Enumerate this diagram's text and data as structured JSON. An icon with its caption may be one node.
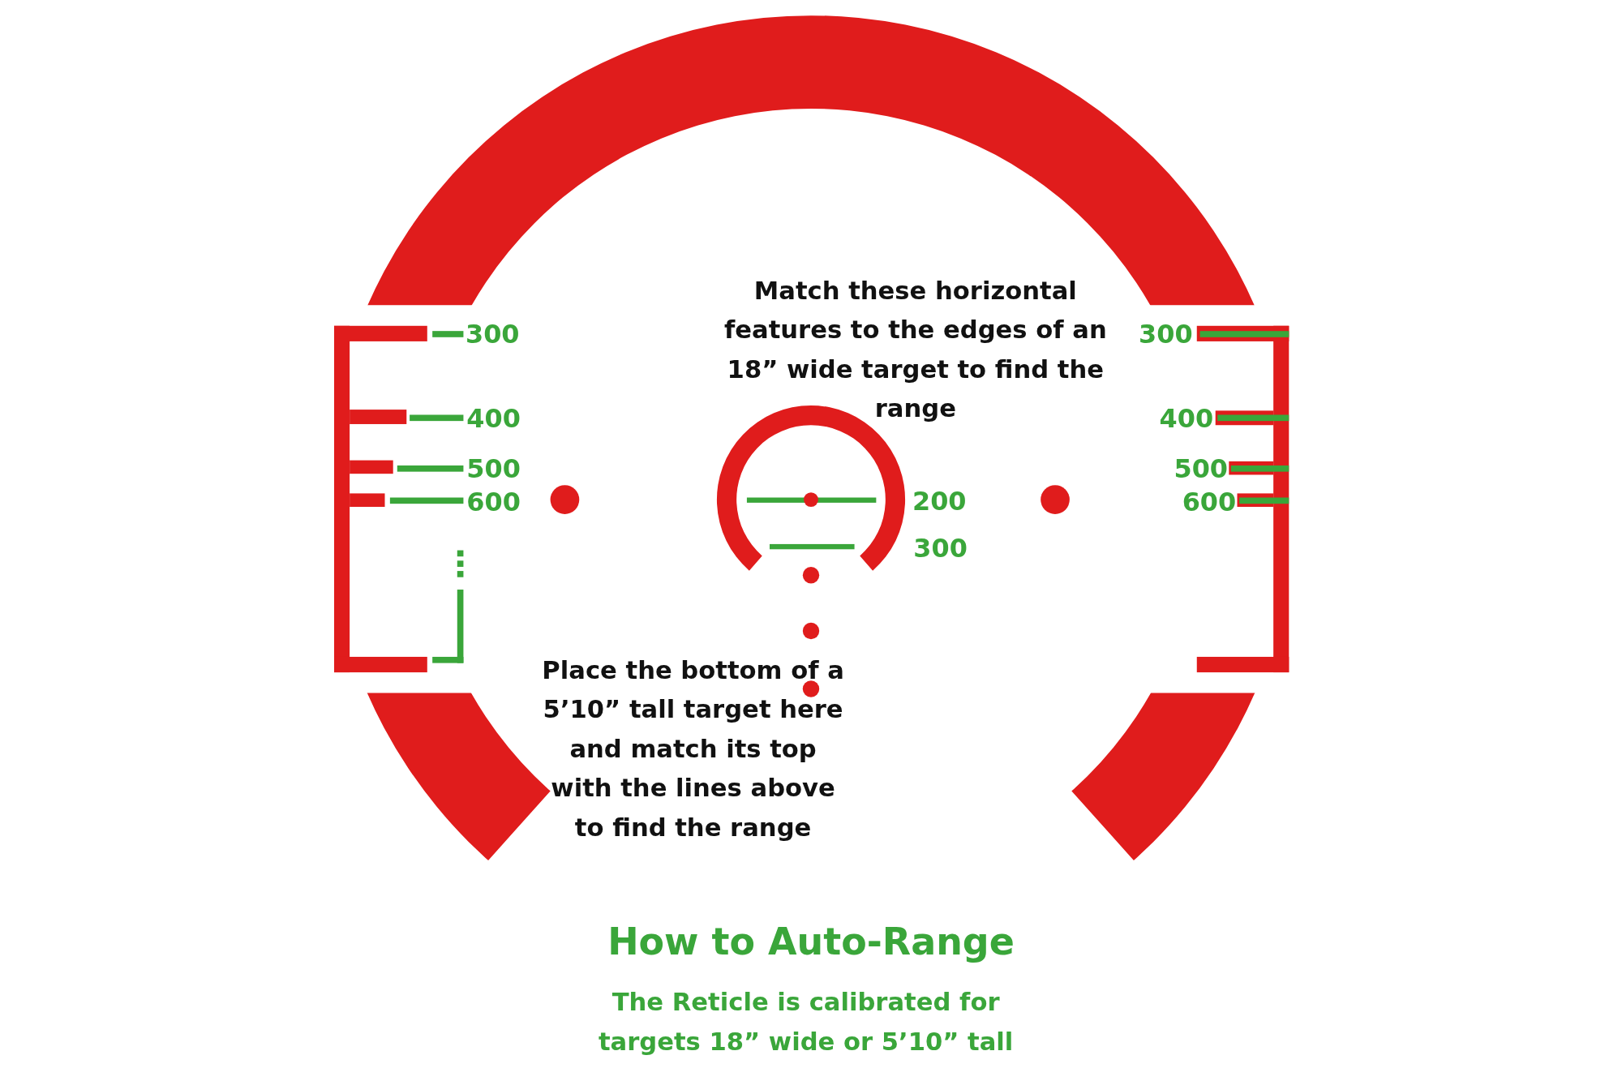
{
  "diagram": {
    "title": "How to Auto-Range",
    "caption": "The Reticle is calibrated for targets 18” wide or 5’10” tall",
    "labels": [
      "Match these horizontal features to the edges of an 18” wide target to find the range",
      "300",
      "300",
      "400",
      "400",
      "500",
      "500",
      "600",
      "200",
      "600",
      "300",
      "Place the bottom of a 5’10” tall target here and match its top with the lines above to find the range"
    ]
  }
}
